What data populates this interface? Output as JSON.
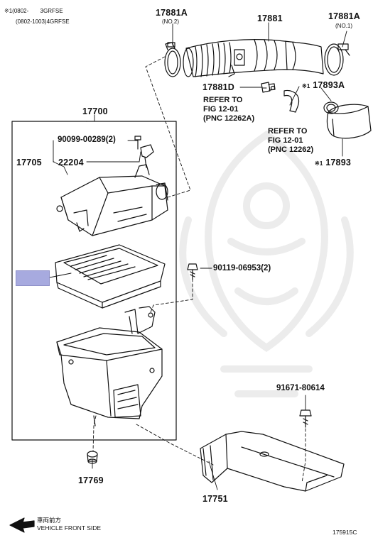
{
  "notes": {
    "line1_mark": "※1",
    "line1_range": "(0802-",
    "line1_engine": "3GRFSE",
    "line2_range": "(0802-1003)",
    "line2_engine": "4GRFSE"
  },
  "parts": {
    "p17881A_left": {
      "number": "17881A",
      "note": "(NO.2)"
    },
    "p17881": {
      "number": "17881"
    },
    "p17881A_right": {
      "number": "17881A",
      "note": "(NO.1)"
    },
    "p17881D": {
      "number": "17881D"
    },
    "p17893A": {
      "number": "17893A",
      "mark": "※1"
    },
    "p17893": {
      "number": "17893",
      "mark": "※1"
    },
    "p17700": {
      "number": "17700"
    },
    "p90099": {
      "number": "90099-00289(2)"
    },
    "p17705": {
      "number": "17705"
    },
    "p22204": {
      "number": "22204"
    },
    "p90119": {
      "number": "90119-06953(2)"
    },
    "p91671": {
      "number": "91671-80614"
    },
    "p17769": {
      "number": "17769"
    },
    "p17751": {
      "number": "17751"
    }
  },
  "refs": {
    "ref1": {
      "line1": "REFER TO",
      "line2": "FIG 12-01",
      "line3": "(PNC 12262A)"
    },
    "ref2": {
      "line1": "REFER TO",
      "line2": "FIG 12-01",
      "line3": "(PNC 12262)"
    }
  },
  "footer": {
    "direction_jp": "車両前方",
    "direction_en": "VEHICLE FRONT SIDE",
    "figure_code": "175915C"
  },
  "colors": {
    "line": "#111111",
    "highlight": "#a7aadf",
    "watermark": "#ececec"
  }
}
